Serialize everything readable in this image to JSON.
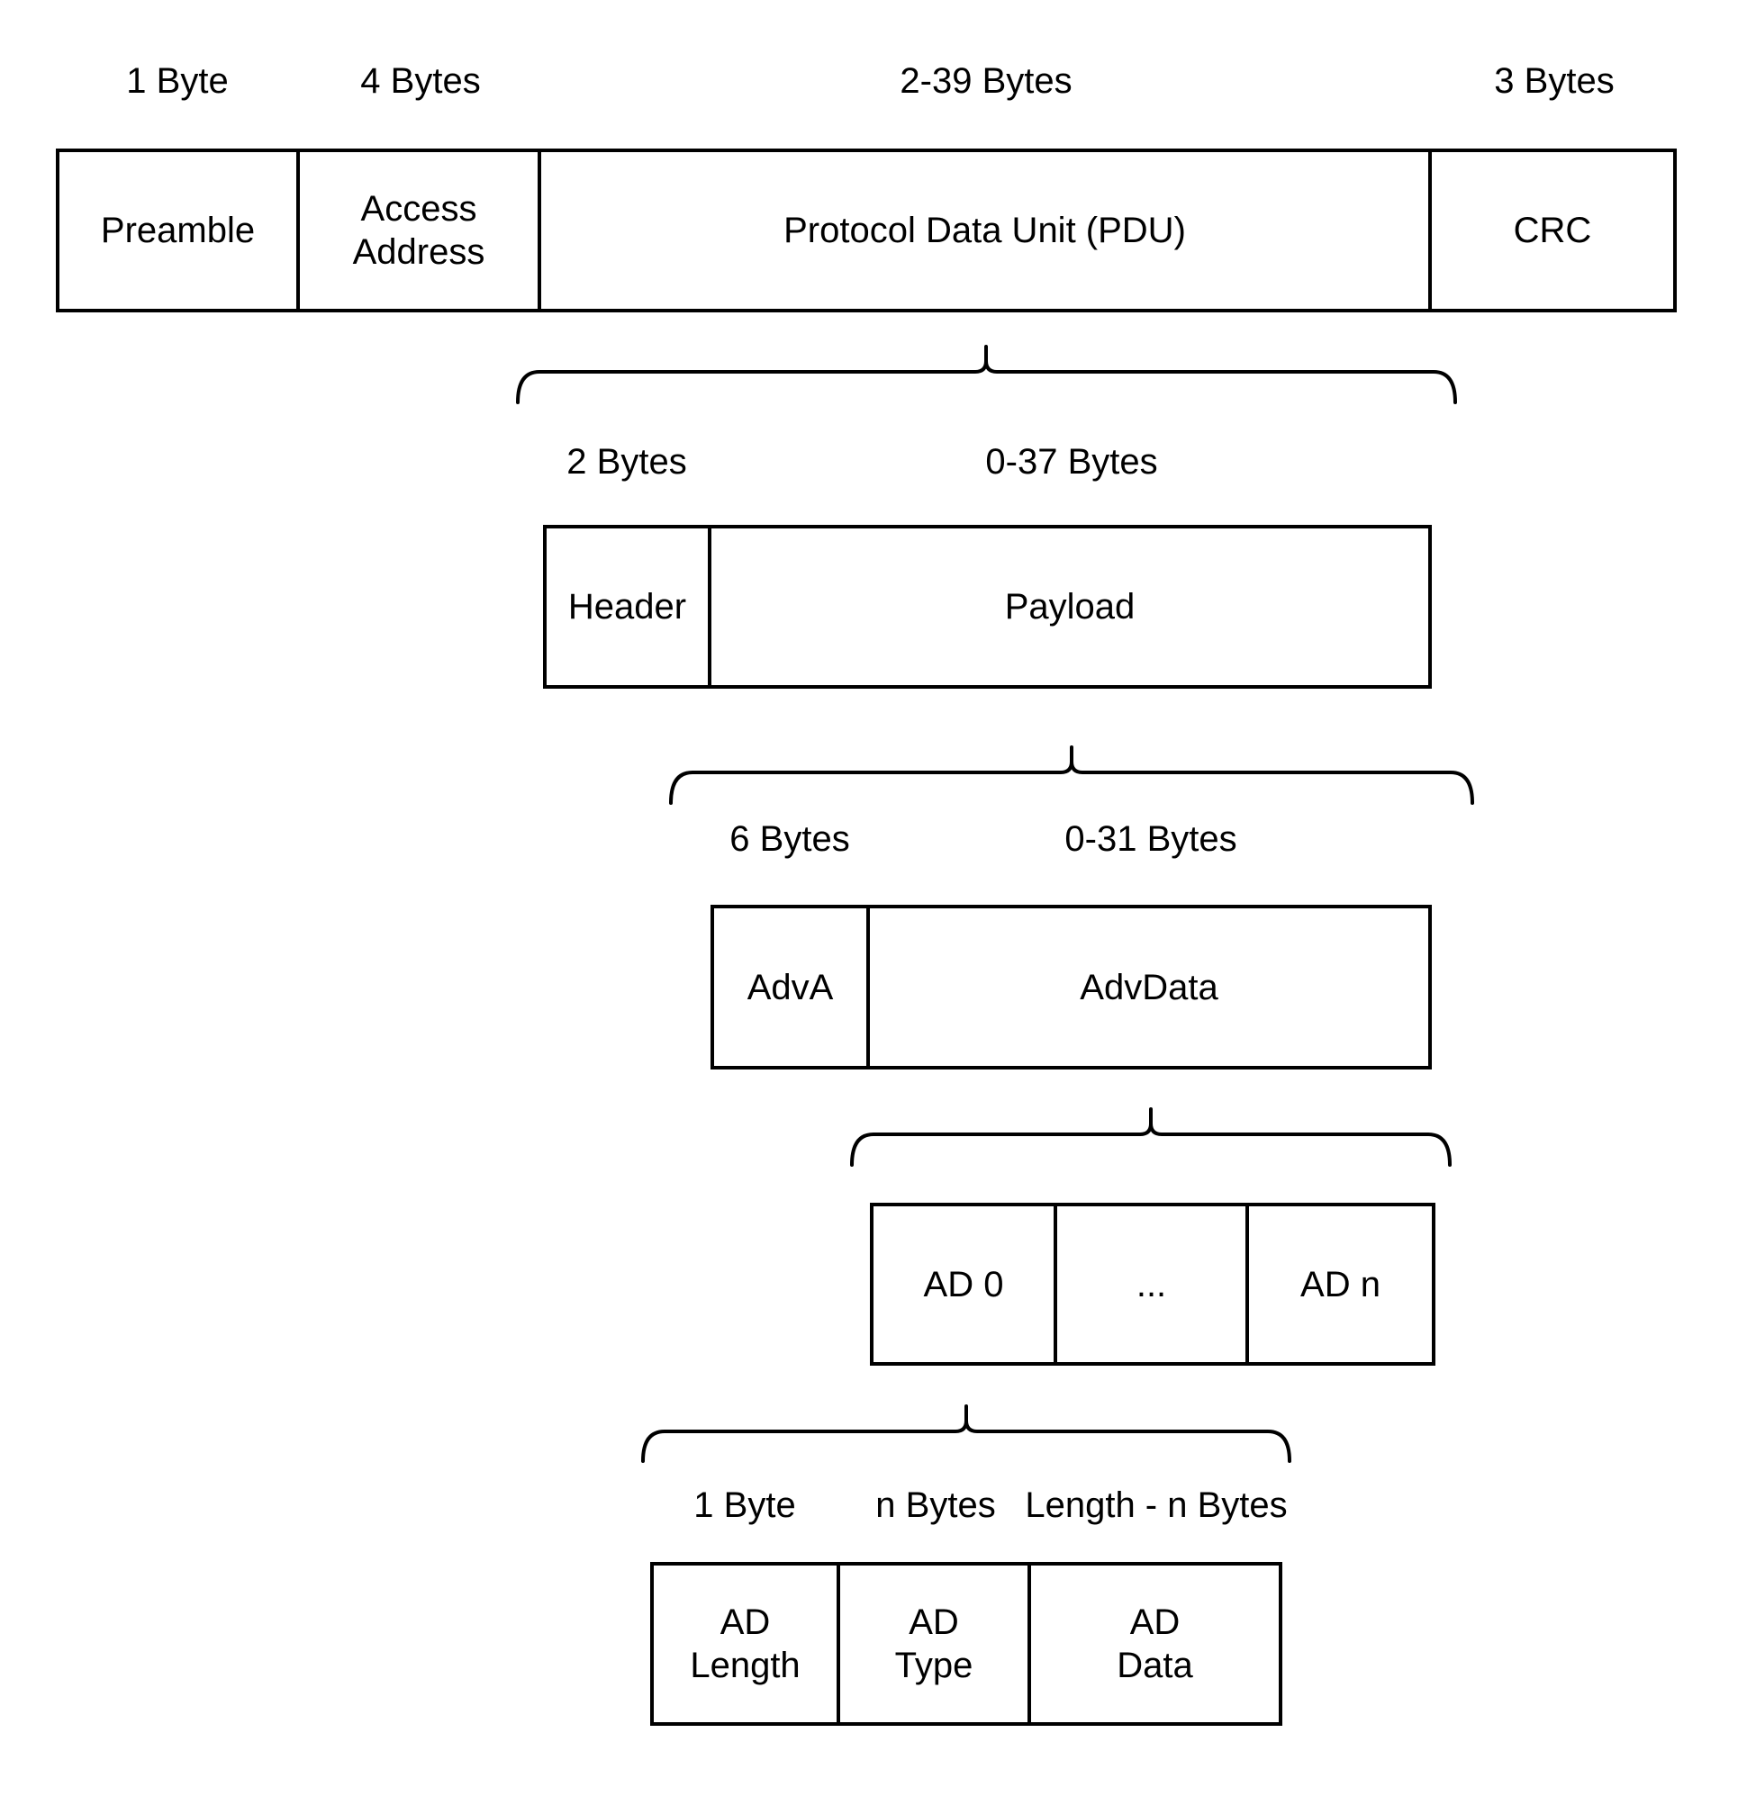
{
  "colors": {
    "stroke": "#000000",
    "background": "#ffffff",
    "text": "#000000"
  },
  "levels": [
    {
      "name": "packet",
      "sizes": [
        {
          "text": "1 Byte"
        },
        {
          "text": "4 Bytes"
        },
        {
          "text": "2-39 Bytes"
        },
        {
          "text": "3 Bytes"
        }
      ],
      "cells": [
        {
          "text": "Preamble"
        },
        {
          "text": "Access\nAddress"
        },
        {
          "text": "Protocol Data Unit (PDU)"
        },
        {
          "text": "CRC"
        }
      ]
    },
    {
      "name": "pdu",
      "sizes": [
        {
          "text": "2 Bytes"
        },
        {
          "text": "0-37 Bytes"
        }
      ],
      "cells": [
        {
          "text": "Header"
        },
        {
          "text": "Payload"
        }
      ]
    },
    {
      "name": "payload",
      "sizes": [
        {
          "text": "6 Bytes"
        },
        {
          "text": "0-31 Bytes"
        }
      ],
      "cells": [
        {
          "text": "AdvA"
        },
        {
          "text": "AdvData"
        }
      ]
    },
    {
      "name": "advdata",
      "sizes": [],
      "cells": [
        {
          "text": "AD 0"
        },
        {
          "text": "..."
        },
        {
          "text": "AD n"
        }
      ]
    },
    {
      "name": "ad-structure",
      "sizes": [
        {
          "text": "1 Byte"
        },
        {
          "text": "n Bytes"
        },
        {
          "text": "Length - n Bytes"
        }
      ],
      "cells": [
        {
          "text": "AD\nLength"
        },
        {
          "text": "AD\nType"
        },
        {
          "text": "AD\nData"
        }
      ]
    }
  ]
}
